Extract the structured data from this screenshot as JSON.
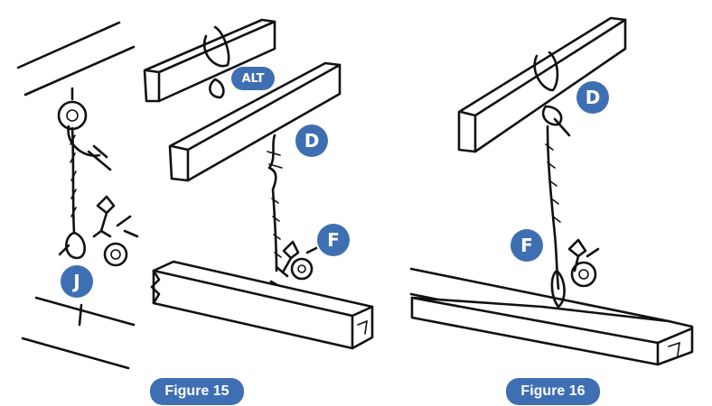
{
  "labels": {
    "alt": "ALT",
    "d_fig15": "D",
    "f_fig15": "F",
    "j_fig15": "J",
    "d_fig16": "D",
    "f_fig16": "F"
  },
  "captions": {
    "figure15": "Figure 15",
    "figure16": "Figure 16"
  },
  "colors": {
    "badge": "#3f6fb3",
    "ink": "#111111",
    "background": "#ffffff"
  }
}
